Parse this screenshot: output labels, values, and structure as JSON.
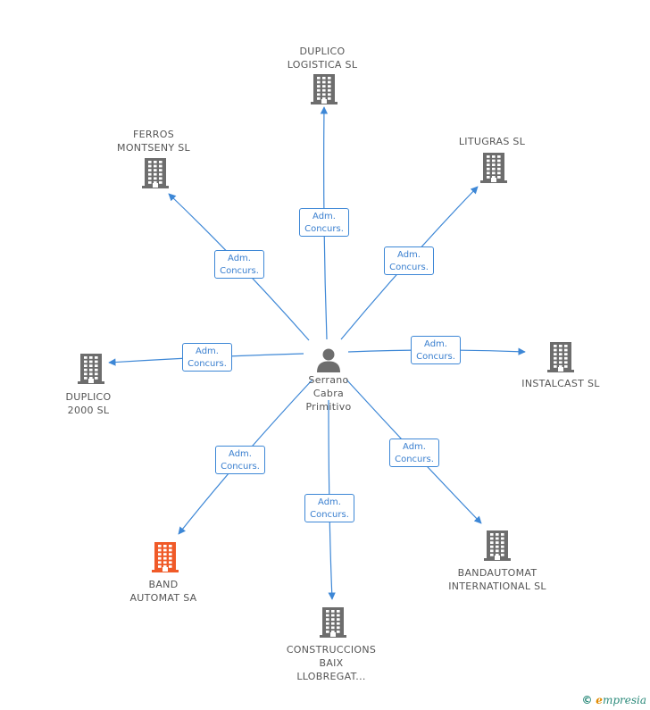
{
  "center": {
    "lines": [
      "Serrano",
      "Cabra",
      "Primitivo"
    ]
  },
  "edge_label": [
    "Adm.",
    "Concurs."
  ],
  "companies": [
    {
      "id": "duplico-logistica",
      "lines": [
        "DUPLICO",
        "LOGISTICA SL"
      ],
      "highlight": false
    },
    {
      "id": "ferros-montseny",
      "lines": [
        "FERROS",
        "MONTSENY SL"
      ],
      "highlight": false
    },
    {
      "id": "litugras",
      "lines": [
        "LITUGRAS SL"
      ],
      "highlight": false
    },
    {
      "id": "duplico-2000",
      "lines": [
        "DUPLICO",
        "2000 SL"
      ],
      "highlight": false
    },
    {
      "id": "instalcast",
      "lines": [
        "INSTALCAST SL"
      ],
      "highlight": false
    },
    {
      "id": "band-automat",
      "lines": [
        "BAND",
        "AUTOMAT SA"
      ],
      "highlight": true
    },
    {
      "id": "bandautomat-international",
      "lines": [
        "BANDAUTOMAT",
        "INTERNATIONAL SL"
      ],
      "highlight": false
    },
    {
      "id": "construccions-baix",
      "lines": [
        "CONSTRUCCIONS",
        "BAIX",
        "LLOBREGAT..."
      ],
      "highlight": false
    }
  ],
  "colors": {
    "building": "#6d6d6d",
    "highlight": "#f05a28",
    "edge": "#3d87d6"
  },
  "brand": {
    "copyright": "©",
    "initial": "e",
    "rest": "mpresia"
  }
}
